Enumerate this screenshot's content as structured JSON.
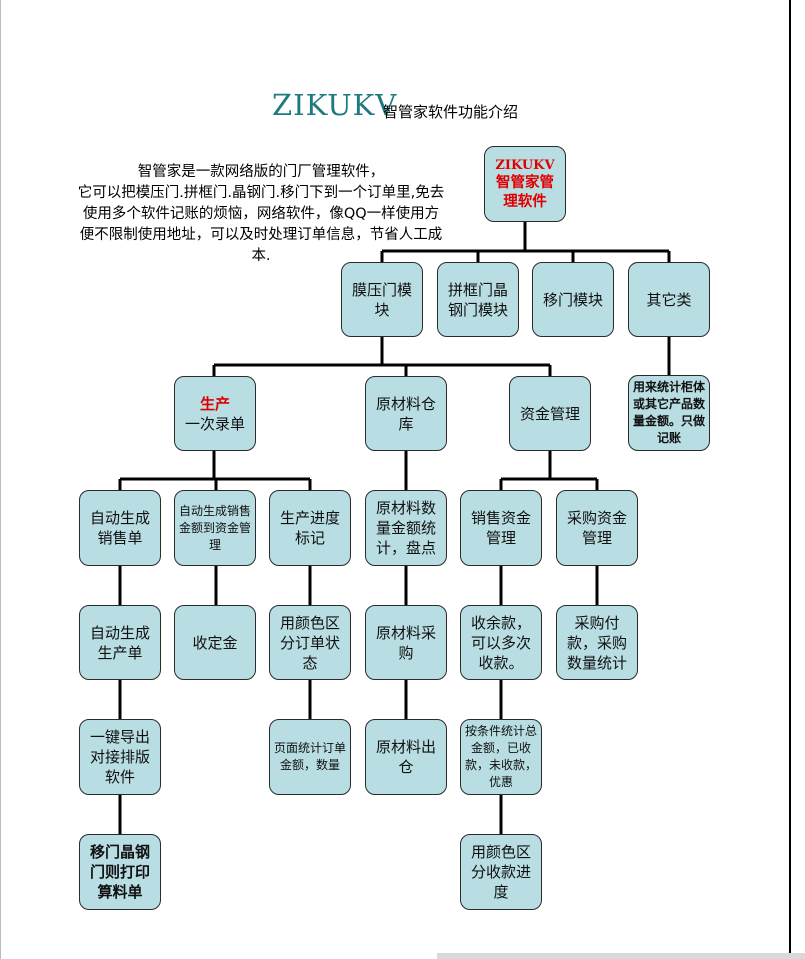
{
  "header": {
    "title": "ZIKUKV",
    "subtitle": "智管家软件功能介绍"
  },
  "intro": {
    "line1": "智管家是一款网络版的门厂管理软件，",
    "line2": "它可以把模压门.拼框门.晶钢门.移门下到一个订单里,免去使用多个软件记账的烦恼，网络软件，像QQ一样使用方便不限制使用地址，可以及时处理订单信息，节省人工成本."
  },
  "nodes": {
    "root": {
      "line1": "ZIKUKV",
      "line2": "智管家管理软件"
    },
    "mold": "膜压门模块",
    "frame": "拼框门晶钢门模块",
    "slide": "移门模块",
    "other": "其它类",
    "other_note": "用来统计柜体或其它产品数量金额。只做记账",
    "prod": {
      "line1": "生产",
      "line2": "一次录单"
    },
    "raw": "原材料仓库",
    "fund": "资金管理",
    "auto_sales": "自动生成销售单",
    "auto_sales_amt": "自动生成销售金额到资金管理",
    "progress": "生产进度标记",
    "raw_qty": "原材料数量金额统计，盘点",
    "sales_fund": "销售资金管理",
    "purchase_fund": "采购资金管理",
    "auto_prod": "自动生成生产单",
    "deposit": "收定金",
    "color_status": "用颜色区分订单状态",
    "raw_purchase": "原材料采购",
    "balance": "收余款，可以多次收款。",
    "purchase_pay": "采购付款，采购数量统计",
    "export": "一键导出对接排版软件",
    "page_stats": "页面统计订单金额，数量",
    "raw_out": "原材料出仓",
    "cond_stats": "按条件统计总金额，已收款，未收款，优惠",
    "print": "移门晶钢门则打印算料单",
    "color_pay": "用颜色区分收款进度"
  },
  "colors": {
    "node_fill": "#b8dde2",
    "node_border": "#2b2b2b",
    "title_teal": "#1f7a7f",
    "highlight_red": "#e00000"
  }
}
